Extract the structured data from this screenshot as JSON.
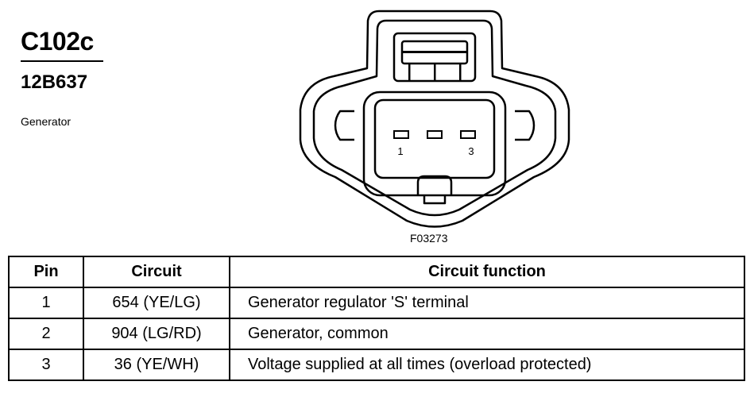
{
  "header": {
    "connector_id": "C102c",
    "part_number": "12B637",
    "description": "Generator"
  },
  "figure": {
    "id": "F03273",
    "pin_labels": [
      "1",
      "3"
    ]
  },
  "table": {
    "headers": [
      "Pin",
      "Circuit",
      "Circuit function"
    ],
    "rows": [
      {
        "pin": "1",
        "circuit": "654 (YE/LG)",
        "function": "Generator regulator 'S' terminal"
      },
      {
        "pin": "2",
        "circuit": "904 (LG/RD)",
        "function": "Generator, common"
      },
      {
        "pin": "3",
        "circuit": "36 (YE/WH)",
        "function": "Voltage supplied at all times (overload protected)"
      }
    ]
  }
}
